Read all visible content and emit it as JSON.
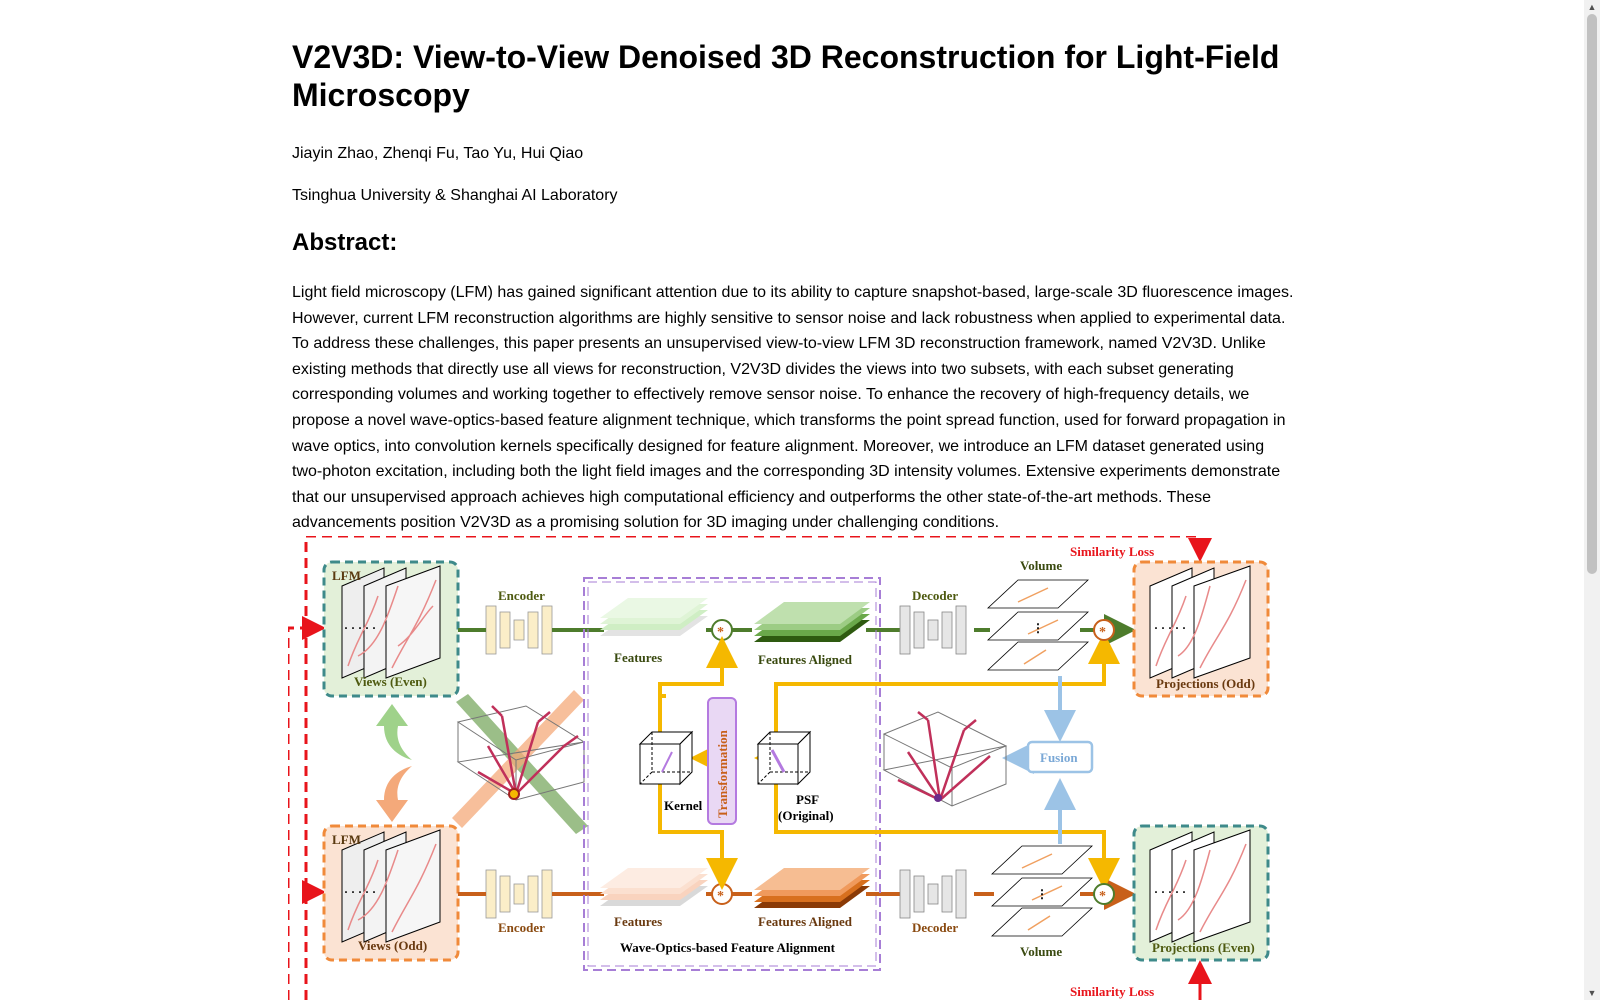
{
  "paper": {
    "title": "V2V3D: View-to-View Denoised 3D Reconstruction for Light-Field Microscopy",
    "authors": "Jiayin Zhao, Zhenqi Fu, Tao Yu, Hui Qiao",
    "affiliation": "Tsinghua University & Shanghai AI Laboratory",
    "abstract_heading": "Abstract:",
    "abstract": "Light field microscopy (LFM) has gained significant attention due to its ability to capture snapshot-based, large-scale 3D fluorescence images. However, current LFM reconstruction algorithms are highly sensitive to sensor noise and lack robustness when applied to experimental data. To address these challenges, this paper presents an unsupervised view-to-view LFM 3D reconstruction framework, named V2V3D. Unlike existing methods that directly use all views for reconstruction, V2V3D divides the views into two subsets, with each subset generating corresponding volumes and working together to effectively remove sensor noise. To enhance the recovery of high-frequency details, we propose a novel wave-optics-based feature alignment technique, which transforms the point spread function, used for forward propagation in wave optics, into convolution kernels specifically designed for feature alignment. Moreover, we introduce an LFM dataset generated using two-photon excitation, including both the light field images and the corresponding 3D intensity volumes. Extensive experiments demonstrate that our unsupervised approach achieves high computational efficiency and outperforms the other state-of-the-art methods. These advancements position V2V3D as a promising solution for 3D imaging under challenging conditions."
  },
  "figure": {
    "similarity_loss_top": "Similarity Loss",
    "similarity_loss_bottom": "Similarity Loss",
    "lfm_top": "LFM",
    "lfm_bottom": "LFM",
    "views_even": "Views (Even)",
    "views_odd": "Views (Odd)",
    "encoder_top": "Encoder",
    "encoder_bottom": "Encoder",
    "features_top": "Features",
    "features_bottom": "Features",
    "features_aligned_top": "Features Aligned",
    "features_aligned_bottom": "Features Aligned",
    "decoder_top": "Decoder",
    "decoder_bottom": "Decoder",
    "volume_top": "Volume",
    "volume_bottom": "Volume",
    "projections_odd": "Projections (Odd)",
    "projections_even": "Projections (Even)",
    "transformation": "Transformation",
    "kernel": "Kernel",
    "psf_line1": "PSF",
    "psf_line2": "(Original)",
    "fusion": "Fusion",
    "wave_optics": "Wave-Optics-based Feature Alignment",
    "dots": "· · · · ·",
    "conv_symbol": "*",
    "colors": {
      "red": "#e8141b",
      "green_line": "#4e7c2c",
      "orange_line": "#c8601a",
      "yellow_arrow": "#f5b800",
      "blue_arrow": "#9cc3e6",
      "purple_dash": "#a77ed6",
      "teal_dash": "#3e8a8a",
      "orange_dash": "#f08a3a",
      "green_fill": "#e3f0d9",
      "orange_fill": "#fbe3d3"
    }
  }
}
